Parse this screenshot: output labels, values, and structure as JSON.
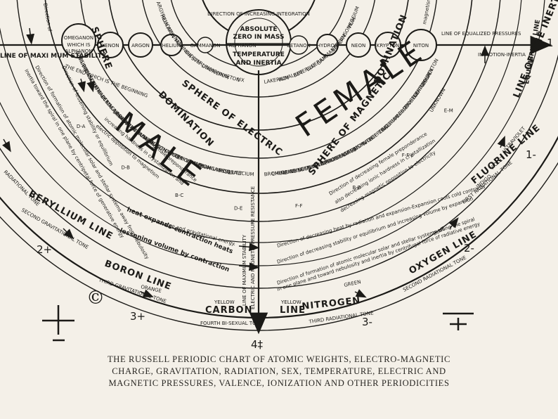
{
  "caption": {
    "line1": "THE RUSSELL PERIODIC CHART OF ATOMIC WEIGHTS, ELECTRO-MAGNETIC",
    "line2": "CHARGE, GRAVITATION, RADIATION, SEX, TEMPERATURE, ELECTRIC AND",
    "line3": "MAGNETIC PRESSURES, VALENCE, IONIZATION AND OTHER PERIODICITIES"
  },
  "center": {
    "line1": "ABSOLUTE",
    "line2": "ZERO IN MASS",
    "line3": "TEMPERATURE",
    "line4": "AND INERTIA",
    "alphanon": "ALPHANON",
    "gammanon": "GAMMANON",
    "betanon": "BETANON",
    "ring_text": "DIRECTION OF INCREASING INTEGRATION"
  },
  "nodes": {
    "omeganon": "OMEGANON",
    "omeganon_sub1": "WHICH IS",
    "omeganon_sub2": "ALPHANON",
    "xenon": "XENON",
    "argon": "ARGON",
    "helium": "HELIUM",
    "hydron": "HYDRON",
    "neon": "NEON",
    "krypton": "KRYPTON",
    "niton": "NITON"
  },
  "big_words": {
    "male": "MALE",
    "female": "FEMALE"
  },
  "spheres": {
    "electric": "SPHERE OF ELECTRIC",
    "electric_dom": "DOMINATION",
    "magnetic": "SPHERE OF MAGNETIC",
    "magnetic_dom": "DOMINATION",
    "sphere_left": "SPHERE"
  },
  "lines": {
    "beryllium": "BERYLLIUM LINE",
    "boron": "BORON LINE",
    "carbon": "CARBON",
    "carbon_line": "LINE",
    "nitrogen": "NITROGEN",
    "oxygen": "OXYGEN LINE",
    "fluorine": "FLUORINE LINE",
    "inert_gases": "LINE OF THE INERT GASES",
    "maximum_stability_left": "LINE OF MAXI MUM STABILITY",
    "equalized_pressures": "LINE OF EQUALIZED PRESSURES",
    "in_motion": "IN MOTION-INERTIA",
    "equilibrium": "EQUILIBRIUM LINE",
    "max_stability_center": "LINE OF MAXIMUM STABILITY",
    "pressure_resistance": "ELECTRIC AND MAGNETIC PRESSURE RESISTANCE"
  },
  "tones": {
    "second_grav": "SECOND GRAVITATIONAL TONE",
    "third_grav": "THIRD GRAVITATIONAL TONE",
    "fourth_bi": "FOURTH BI-SEXUAL TONE",
    "third_rad": "THIRD RADIATIONAL TONE",
    "second_rad": "SECOND RADIATIONAL TONE",
    "first_rad": "FIRST RADIATIONAL TONE",
    "radiational_left": "RADIATIONAL TONE"
  },
  "colors_text": {
    "orange": "ORANGE",
    "yellow1": "YELLOW",
    "yellow2": "YELLOW",
    "green": "GREEN",
    "blue": "BLUE",
    "indigo": "INDIGO",
    "violet": "VIOLET",
    "ultraviolet": "ULTRAVIOLET"
  },
  "directions": {
    "heat": "Direction of decreasing heat by radiation and expansion-Expansion cools cold contracts",
    "stability": "Direction of decreasing stability or equilibrium and increasing volume by expansion",
    "formation": "Direction of formation of atomic molecular solar and stellar systems along the spiral",
    "formation2": "in one plane and toward nebulosity and inertia by centrifugal force of radiative energy",
    "left1": "Direction of lessening stability or equilibrium",
    "left2": "Direction of formation of atomic molecular solar and stellar systems away from nebulosity",
    "left3": "inertia toward the spiral in one plane by centripetal force of generative energy",
    "heat_expands": "heat expands-contraction heats",
    "lessening": "lessening volume by contraction",
    "female_pre": "Direction of decreasing female preponderance",
    "also_decreasing": "also decreasing ionic hardness in crystallization",
    "magnetic_opp": "decreasing magnetic opposition to electricity",
    "male_pre": "Direction of increasing male preponderance",
    "hardness": "increasing hardness in crystallization and",
    "electric_opp": "electric opposition to magnetism",
    "gravitational": "charge and gravitational energy.",
    "end_which": "THE END WHICH IS THE BEGINNING",
    "direction_left": "Direction of",
    "unknown": "UNKNOWN",
    "magnetic": "magnetism"
  },
  "elements_left": [
    "CAESIUM",
    "RUBIDIUM",
    "POTASSIUM",
    "SODIUM",
    "LITHIUM",
    "CALCIUM",
    "BERYLLIUM",
    "MAGNESIUM",
    "BORON",
    "ALUMINUM",
    "SCANDIUM",
    "TITANIUM",
    "CARBON",
    "SILICON",
    "LANTHANUM",
    "CERIUM",
    "YTTRIUM",
    "ZIRCONIUM",
    "VANADIUM",
    "CHROMIUM",
    "MANGANESE",
    "IRON",
    "COBALT",
    "LUTECIUM"
  ],
  "elements_right": [
    "BROMINE",
    "CHLORINE",
    "FLUORINE",
    "OXYGEN",
    "SULPHUR",
    "SELENIUM",
    "TELLURIUM",
    "NITROGEN",
    "PHOSPHORUS",
    "ARSENIC",
    "ANTIMONY",
    "BISMUTH",
    "NICKEL",
    "COPPER",
    "ZINC",
    "GALLIUM",
    "GERMANIUM",
    "LEAD",
    "TIN",
    "BOSTON",
    "HELENINE",
    "NEPTUNIUM",
    "OXYGEN",
    "BLACKTON"
  ],
  "inner_left_elements": [
    "ARGYRIUM",
    "HELIONON",
    "ATHENIUM",
    "MARINON",
    "IRIDIUM",
    "STERLINUM",
    "DIAMONIUM",
    "LINKETON",
    "UX"
  ],
  "inner_right_elements": [
    "LAKERIUM",
    "ROYALIUM",
    "BETERUM",
    "ELCERIUM",
    "GAMMANON",
    "EXIRIUM",
    "LANSONIUM",
    "PEGGIUM"
  ],
  "quadrant_marks": {
    "q2plus": "2+",
    "q2minus": "2-",
    "q3plus": "3+",
    "q3minus": "3-",
    "q4": "4‡",
    "q1minus": "1-",
    "q1": "1"
  },
  "d_labels": [
    "D-A",
    "D-B",
    "B-C",
    "D-E",
    "F-F",
    "B-B",
    "F-F'a",
    "E-M"
  ],
  "copyright": "©"
}
